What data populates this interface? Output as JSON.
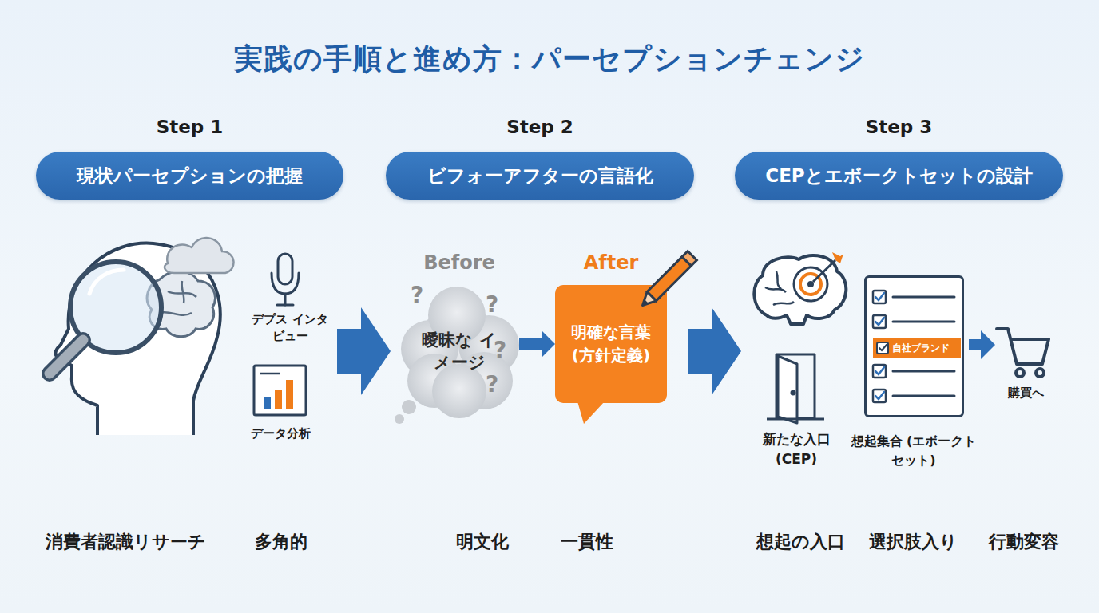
{
  "diagram": {
    "title": "実践の手順と進め方：パーセプションチェンジ",
    "nodes": [
      {
        "text": [
          "Step 1",
          "現状パーセプションの把握"
        ]
      },
      {
        "text": [
          "Step 2",
          "ビフォーアフターの言語化"
        ]
      },
      {
        "text": [
          "Step 3",
          "CEPとエボークトセットの設計"
        ]
      },
      {
        "text": [
          "Before",
          "曖昧な イメージ"
        ]
      },
      {
        "text": [
          "After",
          "明確な言葉 (方針定義)"
        ]
      },
      {
        "text": [
          "想起集合 (エボークトセット)"
        ]
      },
      {
        "text": [
          "自社ブランド"
        ],
        "in": 5
      }
    ],
    "edges": [
      {
        "from": 3,
        "to": 4,
        "arrow": "to"
      }
    ],
    "labels": [
      "デプス インタビュー",
      "データ分析",
      "新たな入口 (CEP)",
      "購買へ",
      "?",
      "?",
      "?",
      "?",
      "消費者認識",
      "リサーチ",
      "多角的",
      "明文化",
      "一貫性",
      "想起の入口",
      "選択肢入り",
      "行動変容"
    ]
  }
}
